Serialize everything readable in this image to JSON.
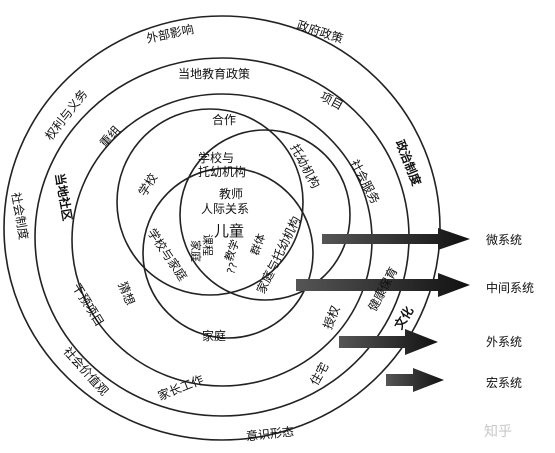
{
  "rings": {
    "outer": [
      "外部影响",
      "政府政策",
      "权利与义务",
      "社会制度",
      "社会价值观",
      "意识形态",
      "政治制度",
      "文化"
    ],
    "middle": [
      "当地教育政策",
      "项目",
      "重组",
      "当地社区",
      "社会服务",
      "干预项目",
      "家长工作",
      "住宅",
      "健康保育"
    ],
    "inner": [
      "合作",
      "学校",
      "托幼机构",
      "猜想",
      "授权",
      "家庭"
    ]
  },
  "center": {
    "school_and_childcare": "学校与\n托幼机构",
    "teacher": "教师",
    "interpersonal": "人际关系",
    "child": "儿童",
    "curriculum": "课程",
    "family": "家庭",
    "teaching": "教学",
    "group": "群体",
    "question": "??",
    "school_and_family": "学校与家庭",
    "family_and_childcare": "家庭与托幼机构"
  },
  "systems": [
    "微系统",
    "中间系统",
    "外系统",
    "宏系统"
  ],
  "watermark": "知乎\n"
}
